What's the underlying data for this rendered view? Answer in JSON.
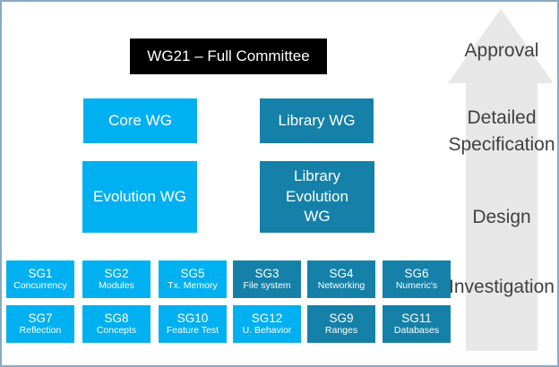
{
  "title_box": {
    "label": "WG21 – Full Committee"
  },
  "working_groups": [
    {
      "label": "Core WG",
      "tone": "light"
    },
    {
      "label": "Library WG",
      "tone": "dark"
    },
    {
      "label": "Evolution WG",
      "tone": "light"
    },
    {
      "label": "Library Evolution WG",
      "tone": "dark"
    }
  ],
  "study_groups": {
    "row1": [
      {
        "id": "SG1",
        "name": "Concurrency",
        "tone": "light"
      },
      {
        "id": "SG2",
        "name": "Modules",
        "tone": "light"
      },
      {
        "id": "SG5",
        "name": "Tx. Memory",
        "tone": "light"
      },
      {
        "id": "SG3",
        "name": "File system",
        "tone": "dark"
      },
      {
        "id": "SG4",
        "name": "Networking",
        "tone": "dark"
      },
      {
        "id": "SG6",
        "name": "Numeric's",
        "tone": "dark"
      }
    ],
    "row2": [
      {
        "id": "SG7",
        "name": "Reflection",
        "tone": "light"
      },
      {
        "id": "SG8",
        "name": "Concepts",
        "tone": "light"
      },
      {
        "id": "SG10",
        "name": "Feature Test",
        "tone": "light"
      },
      {
        "id": "SG12",
        "name": "U. Behavior",
        "tone": "light"
      },
      {
        "id": "SG9",
        "name": "Ranges",
        "tone": "dark"
      },
      {
        "id": "SG11",
        "name": "Databases",
        "tone": "dark"
      }
    ]
  },
  "process_stages": [
    "Approval",
    "Detailed Specification",
    "Design",
    "Investigation"
  ],
  "colors": {
    "light_blue": "#00b0f0",
    "dark_blue": "#1581a8",
    "title_bg": "#000000",
    "arrow_fill": "#e7e7e7",
    "stage_text": "#404040",
    "frame_border": "#87aac3"
  }
}
